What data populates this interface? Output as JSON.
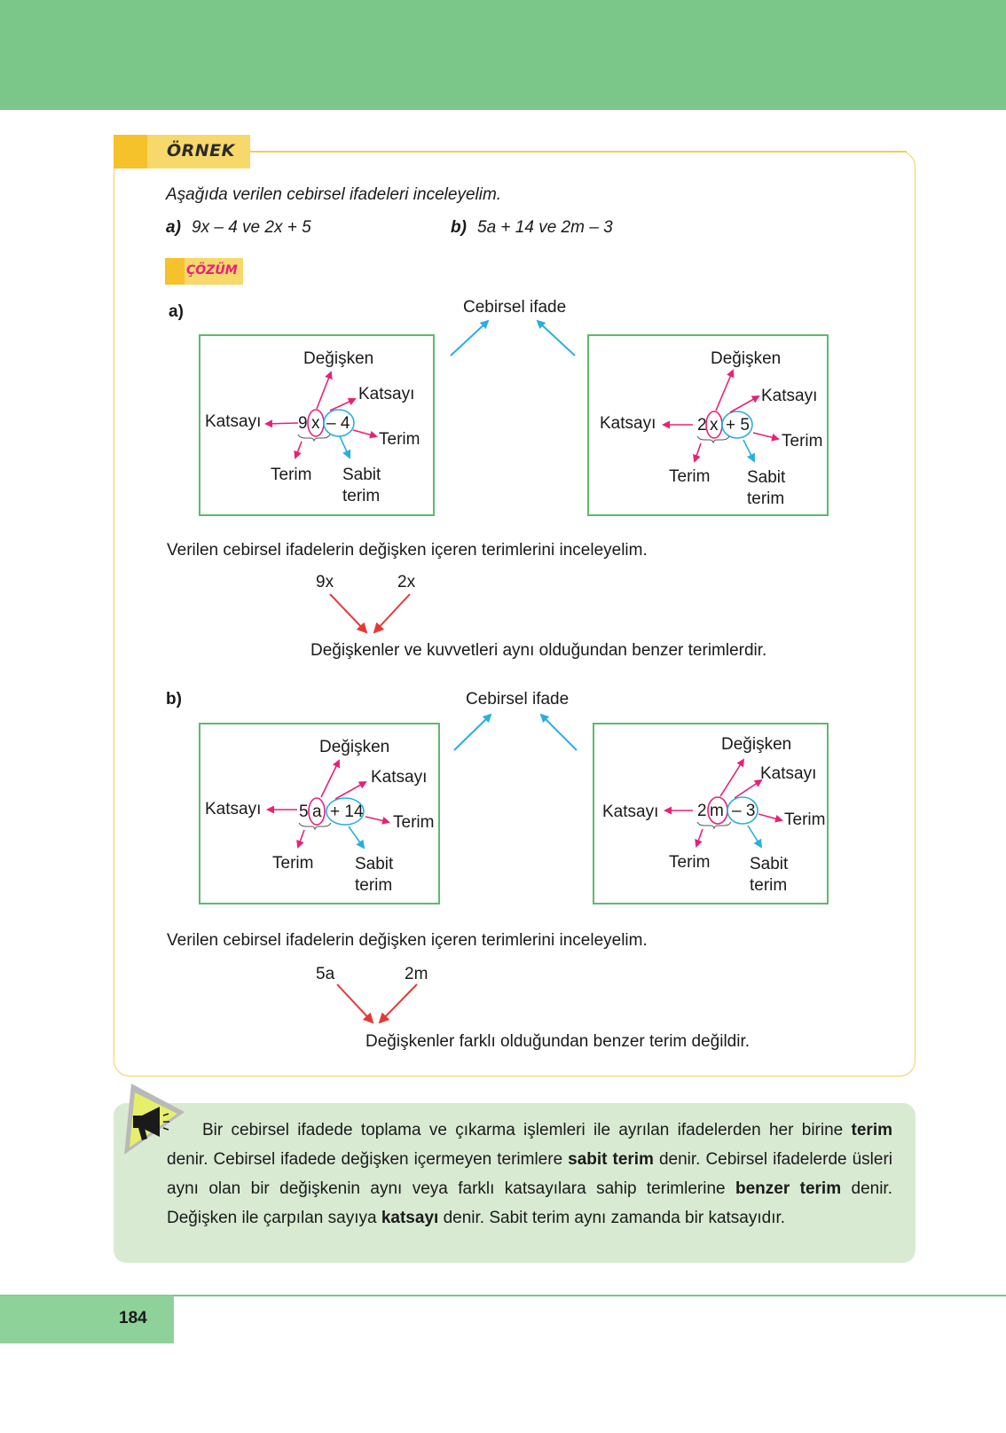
{
  "example": {
    "tab_label": "ÖRNEK",
    "intro": "Aşağıda verilen cebirsel ifadeleri inceleyelim.",
    "a_label": "a)",
    "a_expr": "9x – 4  ve  2x + 5",
    "b_label": "b)",
    "b_expr": "5a + 14  ve  2m – 3"
  },
  "solution": {
    "tab_label": "ÇÖZÜM",
    "part_a": {
      "label": "a)",
      "cebirsel_ifade": "Cebirsel ifade",
      "left_box": {
        "degisken": "Değişken",
        "katsayi_top": "Katsayı",
        "katsayi_left": "Katsayı",
        "coef": "9",
        "var": "x",
        "rest": "– 4",
        "terim_right": "Terim",
        "terim_bottom": "Terim",
        "sabit_line1": "Sabit",
        "sabit_line2": "terim"
      },
      "right_box": {
        "degisken": "Değişken",
        "katsayi_top": "Katsayı",
        "katsayi_left": "Katsayı",
        "coef": "2",
        "var": "x",
        "rest": "+ 5",
        "terim_right": "Terim",
        "terim_bottom": "Terim",
        "sabit_line1": "Sabit",
        "sabit_line2": "terim"
      },
      "inceleyelim": "Verilen cebirsel ifadelerin değişken içeren terimlerini inceleyelim.",
      "term1": "9x",
      "term2": "2x",
      "conclusion": "Değişkenler ve kuvvetleri aynı olduğundan benzer terimlerdir."
    },
    "part_b": {
      "label": "b)",
      "cebirsel_ifade": "Cebirsel ifade",
      "left_box": {
        "degisken": "Değişken",
        "katsayi_top": "Katsayı",
        "katsayi_left": "Katsayı",
        "coef": "5",
        "var": "a",
        "rest": "+ 14",
        "terim_right": "Terim",
        "terim_bottom": "Terim",
        "sabit_line1": "Sabit",
        "sabit_line2": "terim"
      },
      "right_box": {
        "degisken": "Değişken",
        "katsayi_top": "Katsayı",
        "katsayi_left": "Katsayı",
        "coef": "2",
        "var": "m",
        "rest": "– 3",
        "terim_right": "Terim",
        "terim_bottom": "Terim",
        "sabit_line1": "Sabit",
        "sabit_line2": "terim"
      },
      "inceleyelim": "Verilen cebirsel ifadelerin değişken içeren terimlerini inceleyelim.",
      "term1": "5a",
      "term2": "2m",
      "conclusion": "Değişkenler farklı olduğundan benzer terim değildir."
    }
  },
  "note": {
    "icon": "megaphone-icon",
    "p1": "Bir cebirsel ifadede toplama ve çıkarma işlemleri ile ayrılan ifadelerden her birine ",
    "b1": "terim",
    "p2": " denir. Cebirsel ifadede değişken içermeyen terimlere ",
    "b2": "sabit terim",
    "p3": " denir. Cebirsel ifadelerde üsleri aynı olan bir değişkenin aynı veya farklı katsayılara sahip terimlerine ",
    "b3": "benzer terim",
    "p4": " denir. Değişken ile çarpılan sayıya ",
    "b4": "katsayı",
    "p5": " denir. Sabit terim aynı zamanda bir katsayıdır."
  },
  "footer": {
    "page_number": "184"
  },
  "colors": {
    "green_band": "#7bc78a",
    "yellow": "#f5c22b",
    "magenta": "#e8207a",
    "cyan": "#29aee3",
    "red": "#e53935",
    "note_bg": "#d9ead3"
  }
}
